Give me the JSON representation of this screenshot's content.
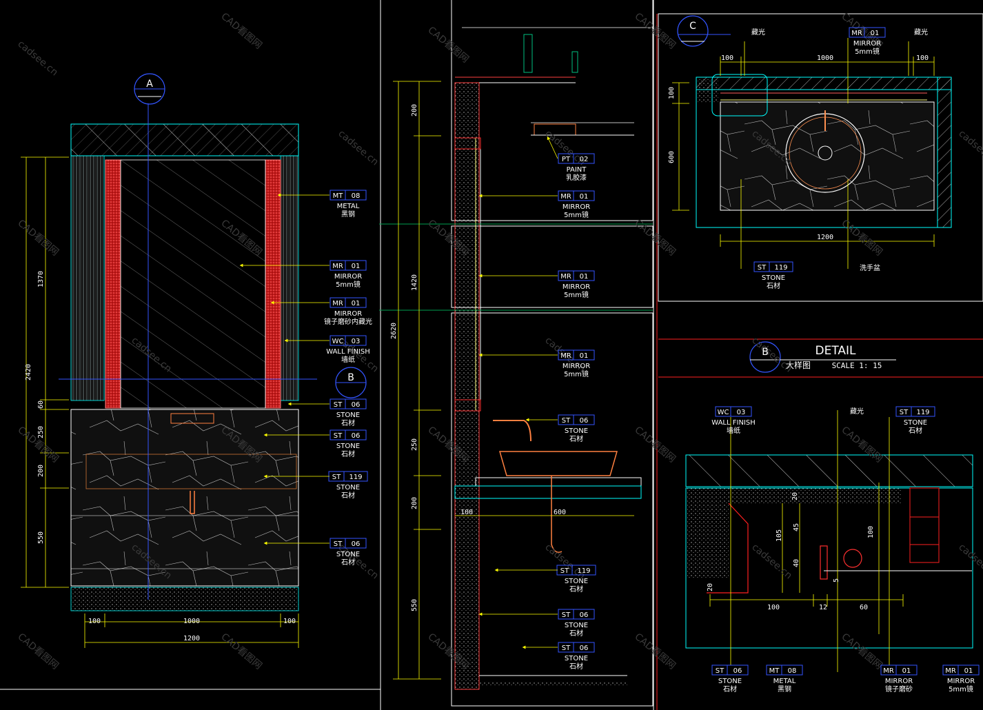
{
  "watermarks": [
    "CAD看图网",
    "cadsee.cn"
  ],
  "sections": {
    "A": "A",
    "B": "B",
    "C": "C"
  },
  "detail_title": {
    "title": "DETAIL",
    "subtitle": "大样图",
    "scale": "SCALE  1: 15"
  },
  "elevation_a": {
    "dims_vertical": [
      "2420",
      "1370",
      "60",
      "250",
      "200",
      "550"
    ],
    "dims_horizontal": [
      "100",
      "1000",
      "100",
      "1200"
    ],
    "tags": [
      {
        "code": "MT",
        "num": "08",
        "en": "METAL",
        "cn": "黑钢"
      },
      {
        "code": "MR",
        "num": "01",
        "en": "MIRROR",
        "cn": "5mm镜"
      },
      {
        "code": "MR",
        "num": "01",
        "en": "MIRROR",
        "cn": "镜子磨砂内藏光"
      },
      {
        "code": "WC",
        "num": "03",
        "en": "WALL FINISH",
        "cn": "墙纸"
      },
      {
        "code": "ST",
        "num": "06",
        "en": "STONE",
        "cn": "石材"
      },
      {
        "code": "ST",
        "num": "06",
        "en": "STONE",
        "cn": "石材"
      },
      {
        "code": "ST",
        "num": "119",
        "en": "STONE",
        "cn": "石材"
      },
      {
        "code": "ST",
        "num": "06",
        "en": "STONE",
        "cn": "石材"
      }
    ]
  },
  "section_view": {
    "dims_vertical": [
      "200",
      "1420",
      "2620",
      "250",
      "200",
      "550"
    ],
    "dims_horizontal": [
      "100",
      "600"
    ],
    "tags": [
      {
        "code": "PT",
        "num": "02",
        "en": "PAINT",
        "cn": "乳胶漆"
      },
      {
        "code": "MR",
        "num": "01",
        "en": "MIRROR",
        "cn": "5mm镜"
      },
      {
        "code": "MR",
        "num": "01",
        "en": "MIRROR",
        "cn": "5mm镜"
      },
      {
        "code": "MR",
        "num": "01",
        "en": "MIRROR",
        "cn": "5mm镜"
      },
      {
        "code": "ST",
        "num": "06",
        "en": "STONE",
        "cn": "石材"
      },
      {
        "code": "ST",
        "num": "119",
        "en": "STONE",
        "cn": "石材"
      },
      {
        "code": "ST",
        "num": "06",
        "en": "STONE",
        "cn": "石材"
      },
      {
        "code": "ST",
        "num": "06",
        "en": "STONE",
        "cn": "石材"
      }
    ]
  },
  "plan_c": {
    "dims": [
      "100",
      "1000",
      "100",
      "100",
      "600",
      "1200"
    ],
    "notes": [
      "藏光",
      "藏光",
      "洗手盆"
    ],
    "tags": [
      {
        "code": "MR",
        "num": "01",
        "en": "MIRROR",
        "cn": "5mm镜"
      },
      {
        "code": "ST",
        "num": "119",
        "en": "STONE",
        "cn": "石材"
      }
    ]
  },
  "detail_b": {
    "dims": [
      "20",
      "105",
      "45",
      "40",
      "100",
      "20",
      "100",
      "12",
      "60",
      "5"
    ],
    "notes": [
      "藏光"
    ],
    "tags": [
      {
        "code": "WC",
        "num": "03",
        "en": "WALL FINISH",
        "cn": "墙纸"
      },
      {
        "code": "ST",
        "num": "119",
        "en": "STONE",
        "cn": "石材"
      },
      {
        "code": "ST",
        "num": "06",
        "en": "STONE",
        "cn": "石材"
      },
      {
        "code": "MT",
        "num": "08",
        "en": "METAL",
        "cn": "黑钢"
      },
      {
        "code": "MR",
        "num": "01",
        "en": "MIRROR",
        "cn": "镜子磨砂"
      },
      {
        "code": "MR",
        "num": "01",
        "en": "MIRROR",
        "cn": "5mm镜"
      }
    ]
  },
  "colors": {
    "yellow": "#ffff00",
    "cyan": "#00ffff",
    "red": "#ff0000",
    "blue": "#3355ff",
    "white": "#ffffff",
    "green": "#00a050",
    "orange": "#ff8000"
  }
}
